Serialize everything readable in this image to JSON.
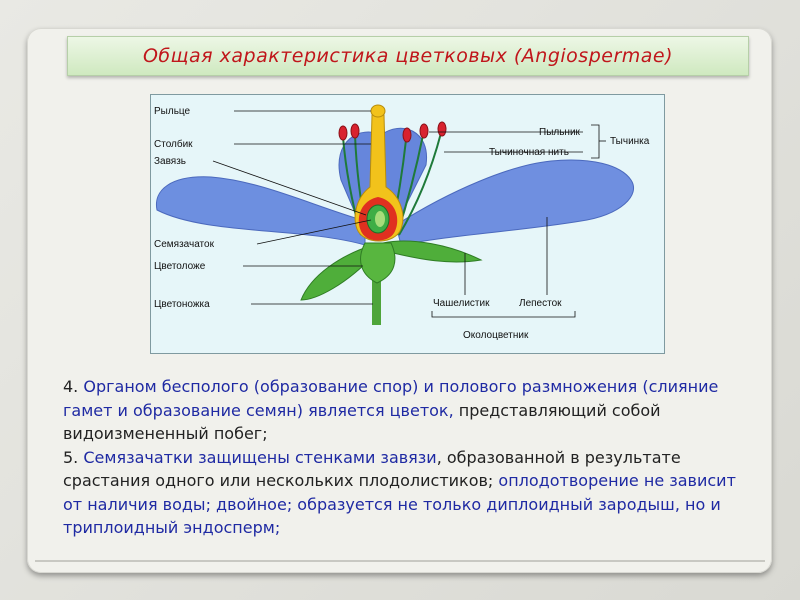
{
  "title": "Общая характеристика цветковых (Angiospermae)",
  "diagram": {
    "labels": {
      "stigma": "Рыльце",
      "style": "Столбик",
      "ovary": "Завязь",
      "ovule": "Семязачаток",
      "receptacle": "Цветоложе",
      "pedicel": "Цветоножка",
      "anther": "Пыльник",
      "filament": "Тычиночная нить",
      "stamen": "Тычинка",
      "sepal": "Чашелистик",
      "petal": "Лепесток",
      "perianth": "Околоцветник"
    }
  },
  "text": {
    "p4_num": "4. ",
    "p4_blue": "Органом бесполого (образование спор) и полового размножения (слияние гамет и образование семян) является цветок,",
    "p4_black": " представляющий собой видоизмененный побег;",
    "p5_num": "5. ",
    "p5_blue1": "Семязачатки защищены стенками завязи",
    "p5_black1": ", образованной в результате срастания одного или нескольких плодолистиков; ",
    "p5_blue2": "оплодотворение не зависит от наличия воды; двойное; образуется не только диплоидный зародыш, но и триплоидный эндосперм;"
  },
  "colors": {
    "title": "#c0161b",
    "accent_text": "#1f2aa3",
    "petal": "#6f8fe0",
    "sepal": "#4fae3a",
    "style_pistil": "#f2c21b",
    "ovary_wall": "#e03020",
    "anther": "#d8222f"
  }
}
